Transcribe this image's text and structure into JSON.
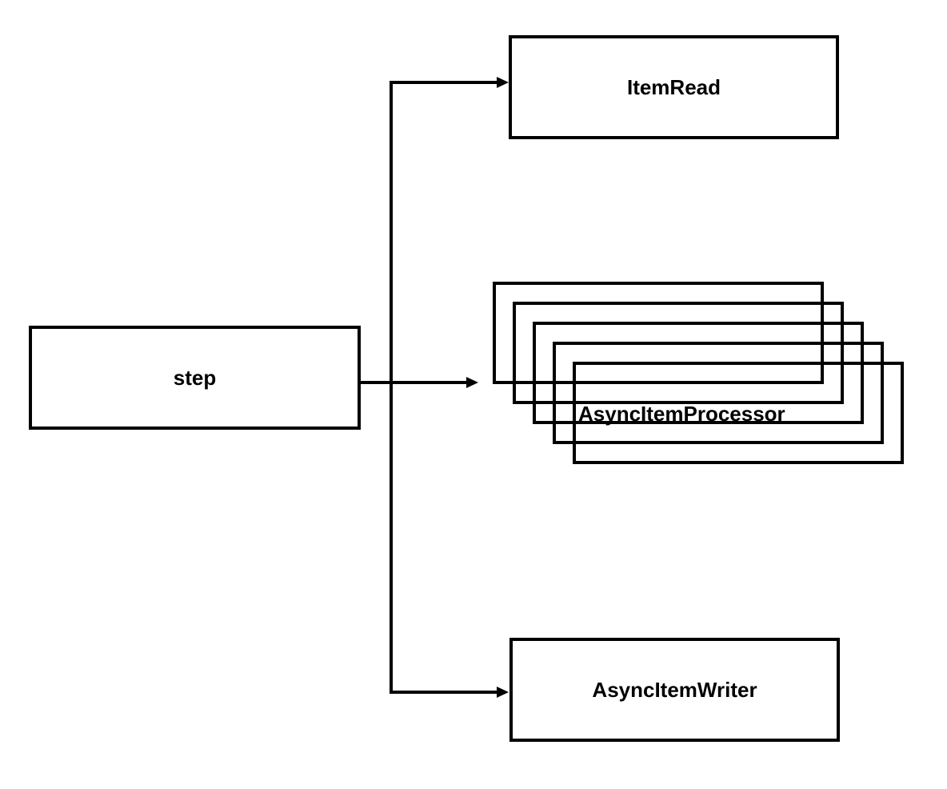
{
  "diagram": {
    "background_color": "#ffffff",
    "line_color": "#000000",
    "nodes": {
      "step": {
        "label": "step"
      },
      "item_read": {
        "label": "ItemRead"
      },
      "async_item_processor": {
        "label": "AsyncItemProcessor",
        "stack_count": 5
      },
      "async_item_writer": {
        "label": "AsyncItemWriter"
      }
    },
    "edges": [
      {
        "from": "step",
        "to": "ItemRead"
      },
      {
        "from": "step",
        "to": "AsyncItemProcessor"
      },
      {
        "from": "step",
        "to": "AsyncItemWriter"
      }
    ]
  }
}
